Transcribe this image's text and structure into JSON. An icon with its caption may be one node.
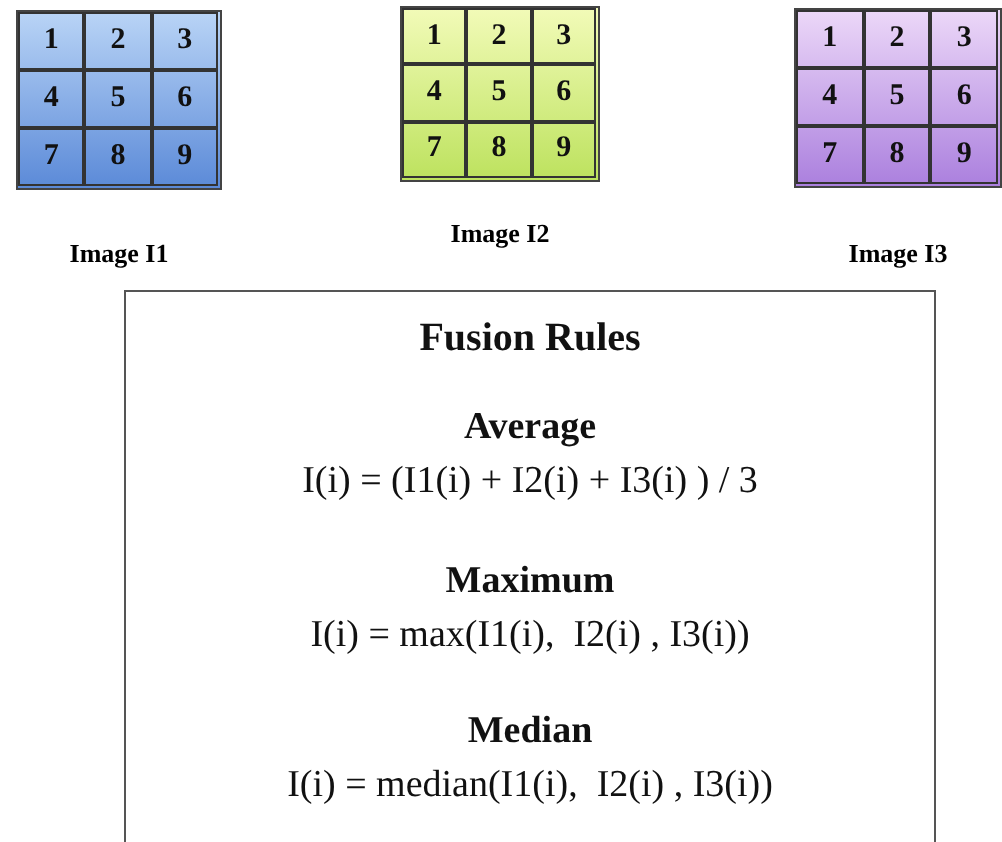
{
  "diagram": {
    "nodes": [
      {
        "text": [
          "Image I1"
        ]
      },
      {
        "text": [
          "1"
        ],
        "in": 0
      },
      {
        "text": [
          "2"
        ],
        "in": 0
      },
      {
        "text": [
          "3"
        ],
        "in": 0
      },
      {
        "text": [
          "4"
        ],
        "in": 0
      },
      {
        "text": [
          "5"
        ],
        "in": 0
      },
      {
        "text": [
          "6"
        ],
        "in": 0
      },
      {
        "text": [
          "7"
        ],
        "in": 0
      },
      {
        "text": [
          "8"
        ],
        "in": 0
      },
      {
        "text": [
          "9"
        ],
        "in": 0
      },
      {
        "text": [
          "Image I2"
        ]
      },
      {
        "text": [
          "1"
        ],
        "in": 10
      },
      {
        "text": [
          "2"
        ],
        "in": 10
      },
      {
        "text": [
          "3"
        ],
        "in": 10
      },
      {
        "text": [
          "4"
        ],
        "in": 10
      },
      {
        "text": [
          "5"
        ],
        "in": 10
      },
      {
        "text": [
          "6"
        ],
        "in": 10
      },
      {
        "text": [
          "7"
        ],
        "in": 10
      },
      {
        "text": [
          "8"
        ],
        "in": 10
      },
      {
        "text": [
          "9"
        ],
        "in": 10
      },
      {
        "text": [
          "Image I3"
        ]
      },
      {
        "text": [
          "1"
        ],
        "in": 20
      },
      {
        "text": [
          "2"
        ],
        "in": 20
      },
      {
        "text": [
          "3"
        ],
        "in": 20
      },
      {
        "text": [
          "4"
        ],
        "in": 20
      },
      {
        "text": [
          "5"
        ],
        "in": 20
      },
      {
        "text": [
          "6"
        ],
        "in": 20
      },
      {
        "text": [
          "7"
        ],
        "in": 20
      },
      {
        "text": [
          "8"
        ],
        "in": 20
      },
      {
        "text": [
          "9"
        ],
        "in": 20
      },
      {
        "text": [
          "Fusion Rules",
          "Average",
          "I(i) = (I1(i) + I2(i) + I3(i) ) / 3",
          "Maximum",
          "I(i) = max(I1(i),  I2(i) , I3(i))",
          "Median",
          "I(i) = median(I1(i),  I2(i) , I3(i))"
        ]
      }
    ],
    "edges": []
  }
}
